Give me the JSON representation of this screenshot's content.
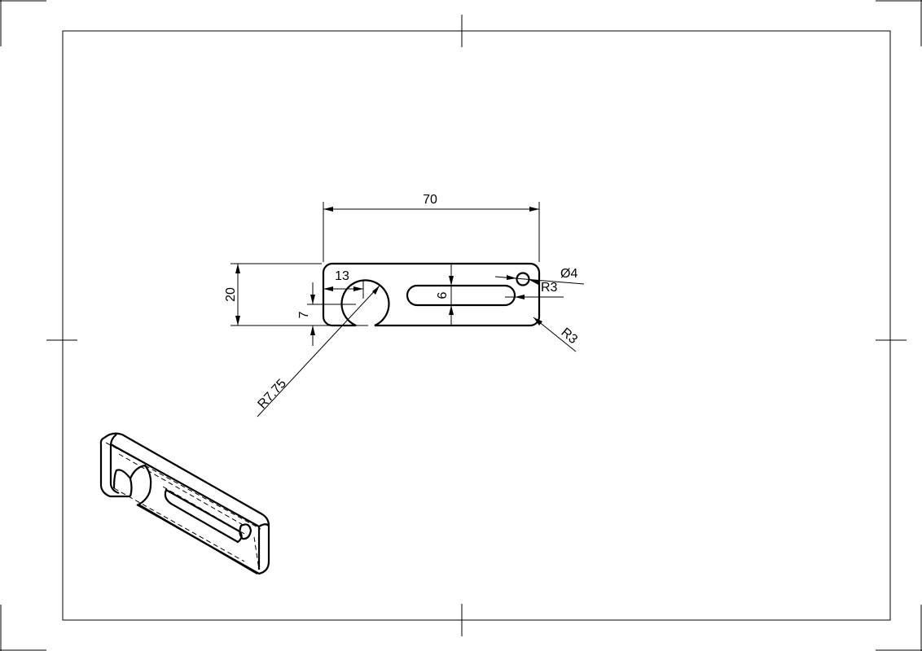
{
  "drawing": {
    "dimensions": {
      "overall_length": "70",
      "overall_height": "20",
      "hook_offset": "13",
      "hook_center_height": "7",
      "hook_radius": "R7.75",
      "slot_width": "6",
      "hole_diameter": "Ø4",
      "slot_end_radius": "R3",
      "corner_radius": "R3"
    }
  }
}
